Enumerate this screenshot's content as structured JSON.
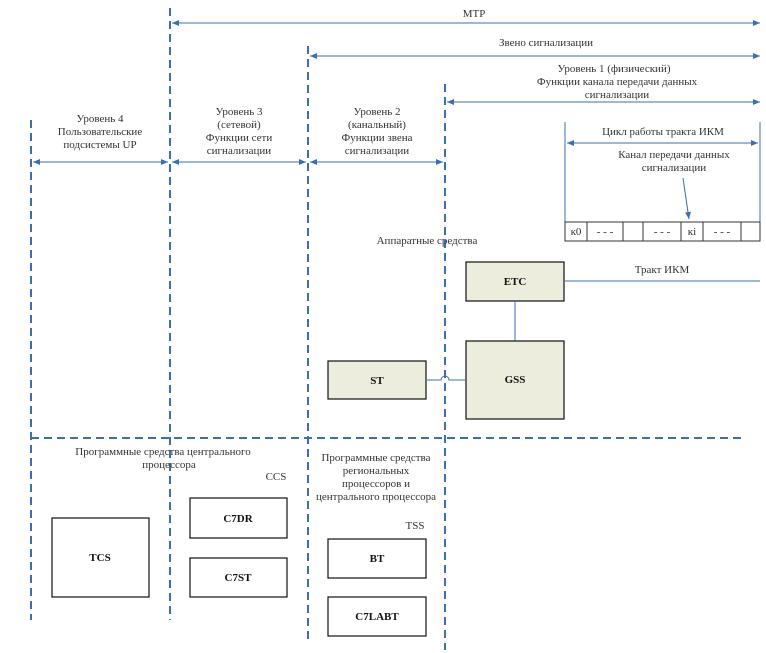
{
  "top_arrows": {
    "mtp": "МТР",
    "signaling_link": "Звено сигнализации",
    "level1": [
      "Уровень 1 (физический)",
      "Функции канала передачи данных",
      "сигнализации"
    ]
  },
  "levels": {
    "level4": [
      "Уровень 4",
      "Пользовательские",
      "подсистемы UP"
    ],
    "level3": [
      "Уровень 3",
      "(сетевой)",
      "Функции сети",
      "сигнализации"
    ],
    "level2": [
      "Уровень 2",
      "(канальный)",
      "Функции звена",
      "сигнализации"
    ]
  },
  "pcm": {
    "cycle_label": "Цикл работы тракта ИКМ",
    "channel_label": [
      "Канал передачи данных",
      "сигнализации"
    ],
    "cells": [
      "к0",
      "- - -",
      "",
      "- - -",
      "кi",
      "- - -"
    ],
    "trunk_label": "Тракт ИКМ"
  },
  "hardware_label": "Аппаратные средства",
  "boxes": {
    "etc": "ETC",
    "gss": "GSS",
    "st": "ST",
    "tcs": "TCS",
    "c7dr": "C7DR",
    "c7st": "C7ST",
    "bt": "BT",
    "c7labt": "C7LABT"
  },
  "software": {
    "central": [
      "Программные средства центрального",
      "процессора"
    ],
    "ccs": "CCS",
    "regional": [
      "Программные средства",
      "региональных",
      "процессоров и",
      "центрального процессора"
    ],
    "tss": "TSS"
  },
  "colors": {
    "line": "#3b6fb0",
    "box_fill": "#ededde",
    "box_border": "#111111"
  }
}
